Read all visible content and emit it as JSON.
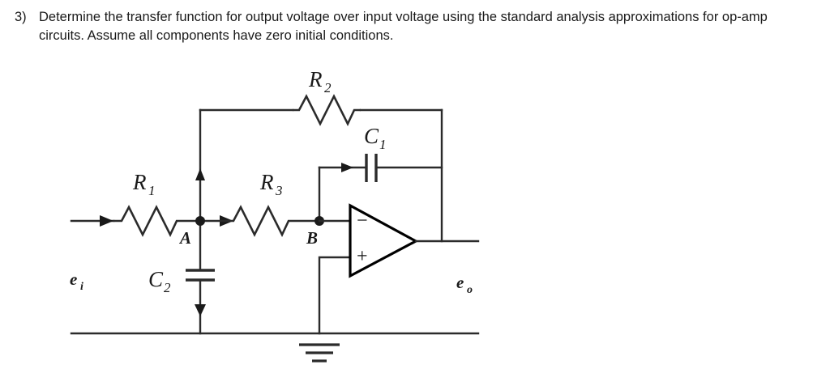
{
  "problem": {
    "number": "3)",
    "text": "Determine the transfer function for output voltage over input voltage using the standard analysis approximations for op-amp circuits.  Assume all components have zero initial conditions."
  },
  "circuit": {
    "title": "inverting-op-amp-rc-network",
    "colors": {
      "wire": "#2b2b2b",
      "label": "#1a1a1a",
      "background": "#ffffff"
    },
    "components": [
      {
        "id": "R1",
        "type": "resistor",
        "symbol": "R",
        "subscript": "1"
      },
      {
        "id": "R2",
        "type": "resistor",
        "symbol": "R",
        "subscript": "2"
      },
      {
        "id": "R3",
        "type": "resistor",
        "symbol": "R",
        "subscript": "3"
      },
      {
        "id": "C1",
        "type": "capacitor",
        "symbol": "C",
        "subscript": "1"
      },
      {
        "id": "C2",
        "type": "capacitor",
        "symbol": "C",
        "subscript": "2"
      },
      {
        "id": "U1",
        "type": "op-amp",
        "inverting_input": "−",
        "noninverting_input": "+"
      }
    ],
    "labels": {
      "r1": {
        "main": "R",
        "sub": "1"
      },
      "r2": {
        "main": "R",
        "sub": "2"
      },
      "r3": {
        "main": "R",
        "sub": "3"
      },
      "c1": {
        "main": "C",
        "sub": "1"
      },
      "c2": {
        "main": "C",
        "sub": "2"
      },
      "node_a": "A",
      "node_b": "B",
      "input_signal": {
        "main": "e",
        "sub": "i"
      },
      "output_signal": {
        "main": "e",
        "sub": "o"
      },
      "opamp_minus": "−",
      "opamp_plus": "+"
    },
    "nodes": [
      "A",
      "B"
    ],
    "ground": {
      "type": "earth-ground",
      "bars": 3
    }
  }
}
